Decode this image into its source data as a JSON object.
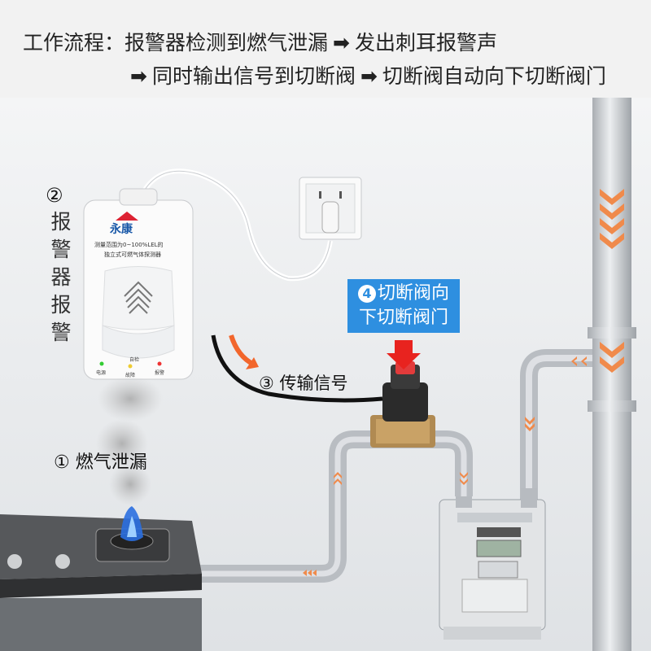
{
  "header": {
    "line1_label": "工作流程：报警器检测到燃气泄漏",
    "line1_next": "发出刺耳报警声",
    "line2_a": "同时输出信号到切断阀",
    "line2_b": "切断阀自动向下切断阀门",
    "arrow": "➡"
  },
  "steps": {
    "step1": "① 燃气泄漏",
    "step2_num": "②",
    "step2_text": "报警器报警",
    "step3": "③ 传输信号",
    "step4_num": "4",
    "step4_line1": "切断阀向",
    "step4_line2": "下切断阀门"
  },
  "detector": {
    "brand": "永康",
    "desc_line1": "测量范围为0~100%LEL的",
    "desc_line2": "独立式可燃气体探测器",
    "btn_label": "自检",
    "led_left": "电源",
    "led_mid": "故障",
    "led_right": "报警"
  },
  "colors": {
    "header_bg": "#f2f2f2",
    "wall": "#e9ecef",
    "pipe": "#c9ccd0",
    "chevron": "#f08a4b",
    "valve_box": "#2e8fe0",
    "flame": "#2a6fe0"
  }
}
